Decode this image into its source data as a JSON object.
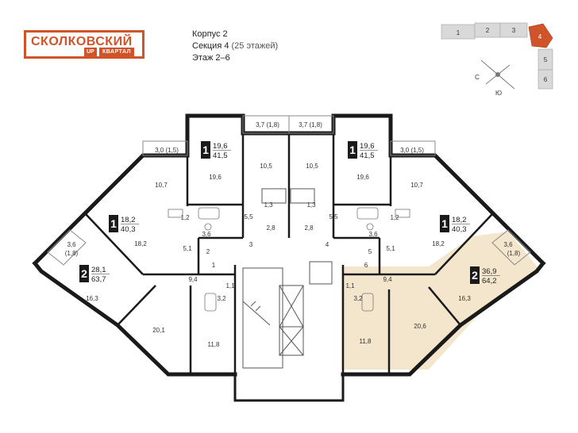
{
  "logo": {
    "brand": "СКОЛКОВСКИЙ",
    "tag": "UP",
    "sub": "КВАРТАЛ"
  },
  "info": {
    "building": "Корпус 2",
    "section": "Секция 4",
    "floors_note": "(25 этажей)",
    "floor": "Этаж 2–6"
  },
  "colors": {
    "brand": "#d0542a",
    "highlight": "#f3e6cc",
    "wall": "#1a1a1a"
  },
  "key_map": {
    "sections": [
      "1",
      "2",
      "3",
      "4",
      "5",
      "6"
    ],
    "active_section": "4",
    "compass": [
      "С",
      "Ю"
    ],
    "compass_icon": "compass-icon"
  },
  "apartments": [
    {
      "id": "apt-a",
      "rooms": "1",
      "living": "19,6",
      "total": "41,5"
    },
    {
      "id": "apt-b",
      "rooms": "1",
      "living": "19,6",
      "total": "41,5"
    },
    {
      "id": "apt-c",
      "rooms": "1",
      "living": "18,2",
      "total": "40,3"
    },
    {
      "id": "apt-d",
      "rooms": "1",
      "living": "18,2",
      "total": "40,3"
    },
    {
      "id": "apt-e",
      "rooms": "2",
      "living": "28,1",
      "total": "63,7"
    },
    {
      "id": "apt-f",
      "rooms": "2",
      "living": "36,9",
      "total": "64,2"
    }
  ],
  "room_labels": {
    "r1": "3,7 (1,8)",
    "r2": "3,7 (1,8)",
    "r3": "3,0 (1,5)",
    "r4": "3,0 (1,5)",
    "r5": "10,5",
    "r6": "10,5",
    "r7": "19,6",
    "r8": "19,6",
    "r9": "10,7",
    "r10": "10,7",
    "r11": "1,2",
    "r12": "1,2",
    "r13": "1,3",
    "r14": "1,3",
    "r15": "5,5",
    "r16": "5,5",
    "r17": "2,8",
    "r18": "2,8",
    "r19": "3,6",
    "r20": "3,6",
    "r21": "3",
    "r22": "4",
    "r23": "18,2",
    "r24": "18,2",
    "r25": "5,1",
    "r26": "5,1",
    "r27": "2",
    "r28": "5",
    "r29": "1",
    "r30": "6",
    "r31": "3,6",
    "r32": "(1,8)",
    "r33": "3,6",
    "r34": "(1,8)",
    "r35": "9,4",
    "r36": "9,4",
    "r37": "1,1",
    "r38": "1,1",
    "r39": "3,2",
    "r40": "3,2",
    "r41": "16,3",
    "r42": "16,3",
    "r43": "20,1",
    "r44": "20,6",
    "r45": "11,8",
    "r46": "11,8"
  }
}
